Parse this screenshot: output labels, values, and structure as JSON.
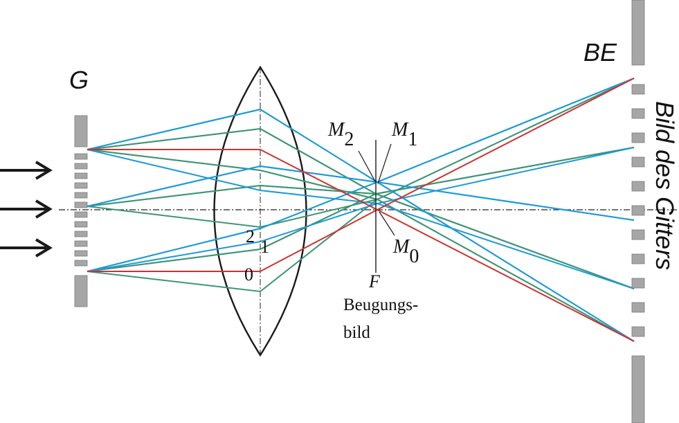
{
  "labels": {
    "grating": "G",
    "image_plane": "BE",
    "image_caption": "Bild des Gitters",
    "order_2": "2",
    "order_1": "1",
    "order_0": "0",
    "focus": "F",
    "diffraction_line1": "Beugungs-",
    "diffraction_line2": "bild",
    "m2_letter": "M",
    "m2_sub": "2",
    "m1_letter": "M",
    "m1_sub": "1",
    "m0_letter": "M",
    "m0_sub": "0"
  },
  "colors": {
    "order_0_rays": "#d0312d",
    "order_1_rays": "#3e9478",
    "order_2_rays": "#1b9ad6",
    "grating_bars": "#a6a6a6",
    "lens": "#1a1a1a",
    "arrows": "#1a1a1a"
  },
  "icons": {
    "incoming_light": "right-arrow-icon"
  }
}
